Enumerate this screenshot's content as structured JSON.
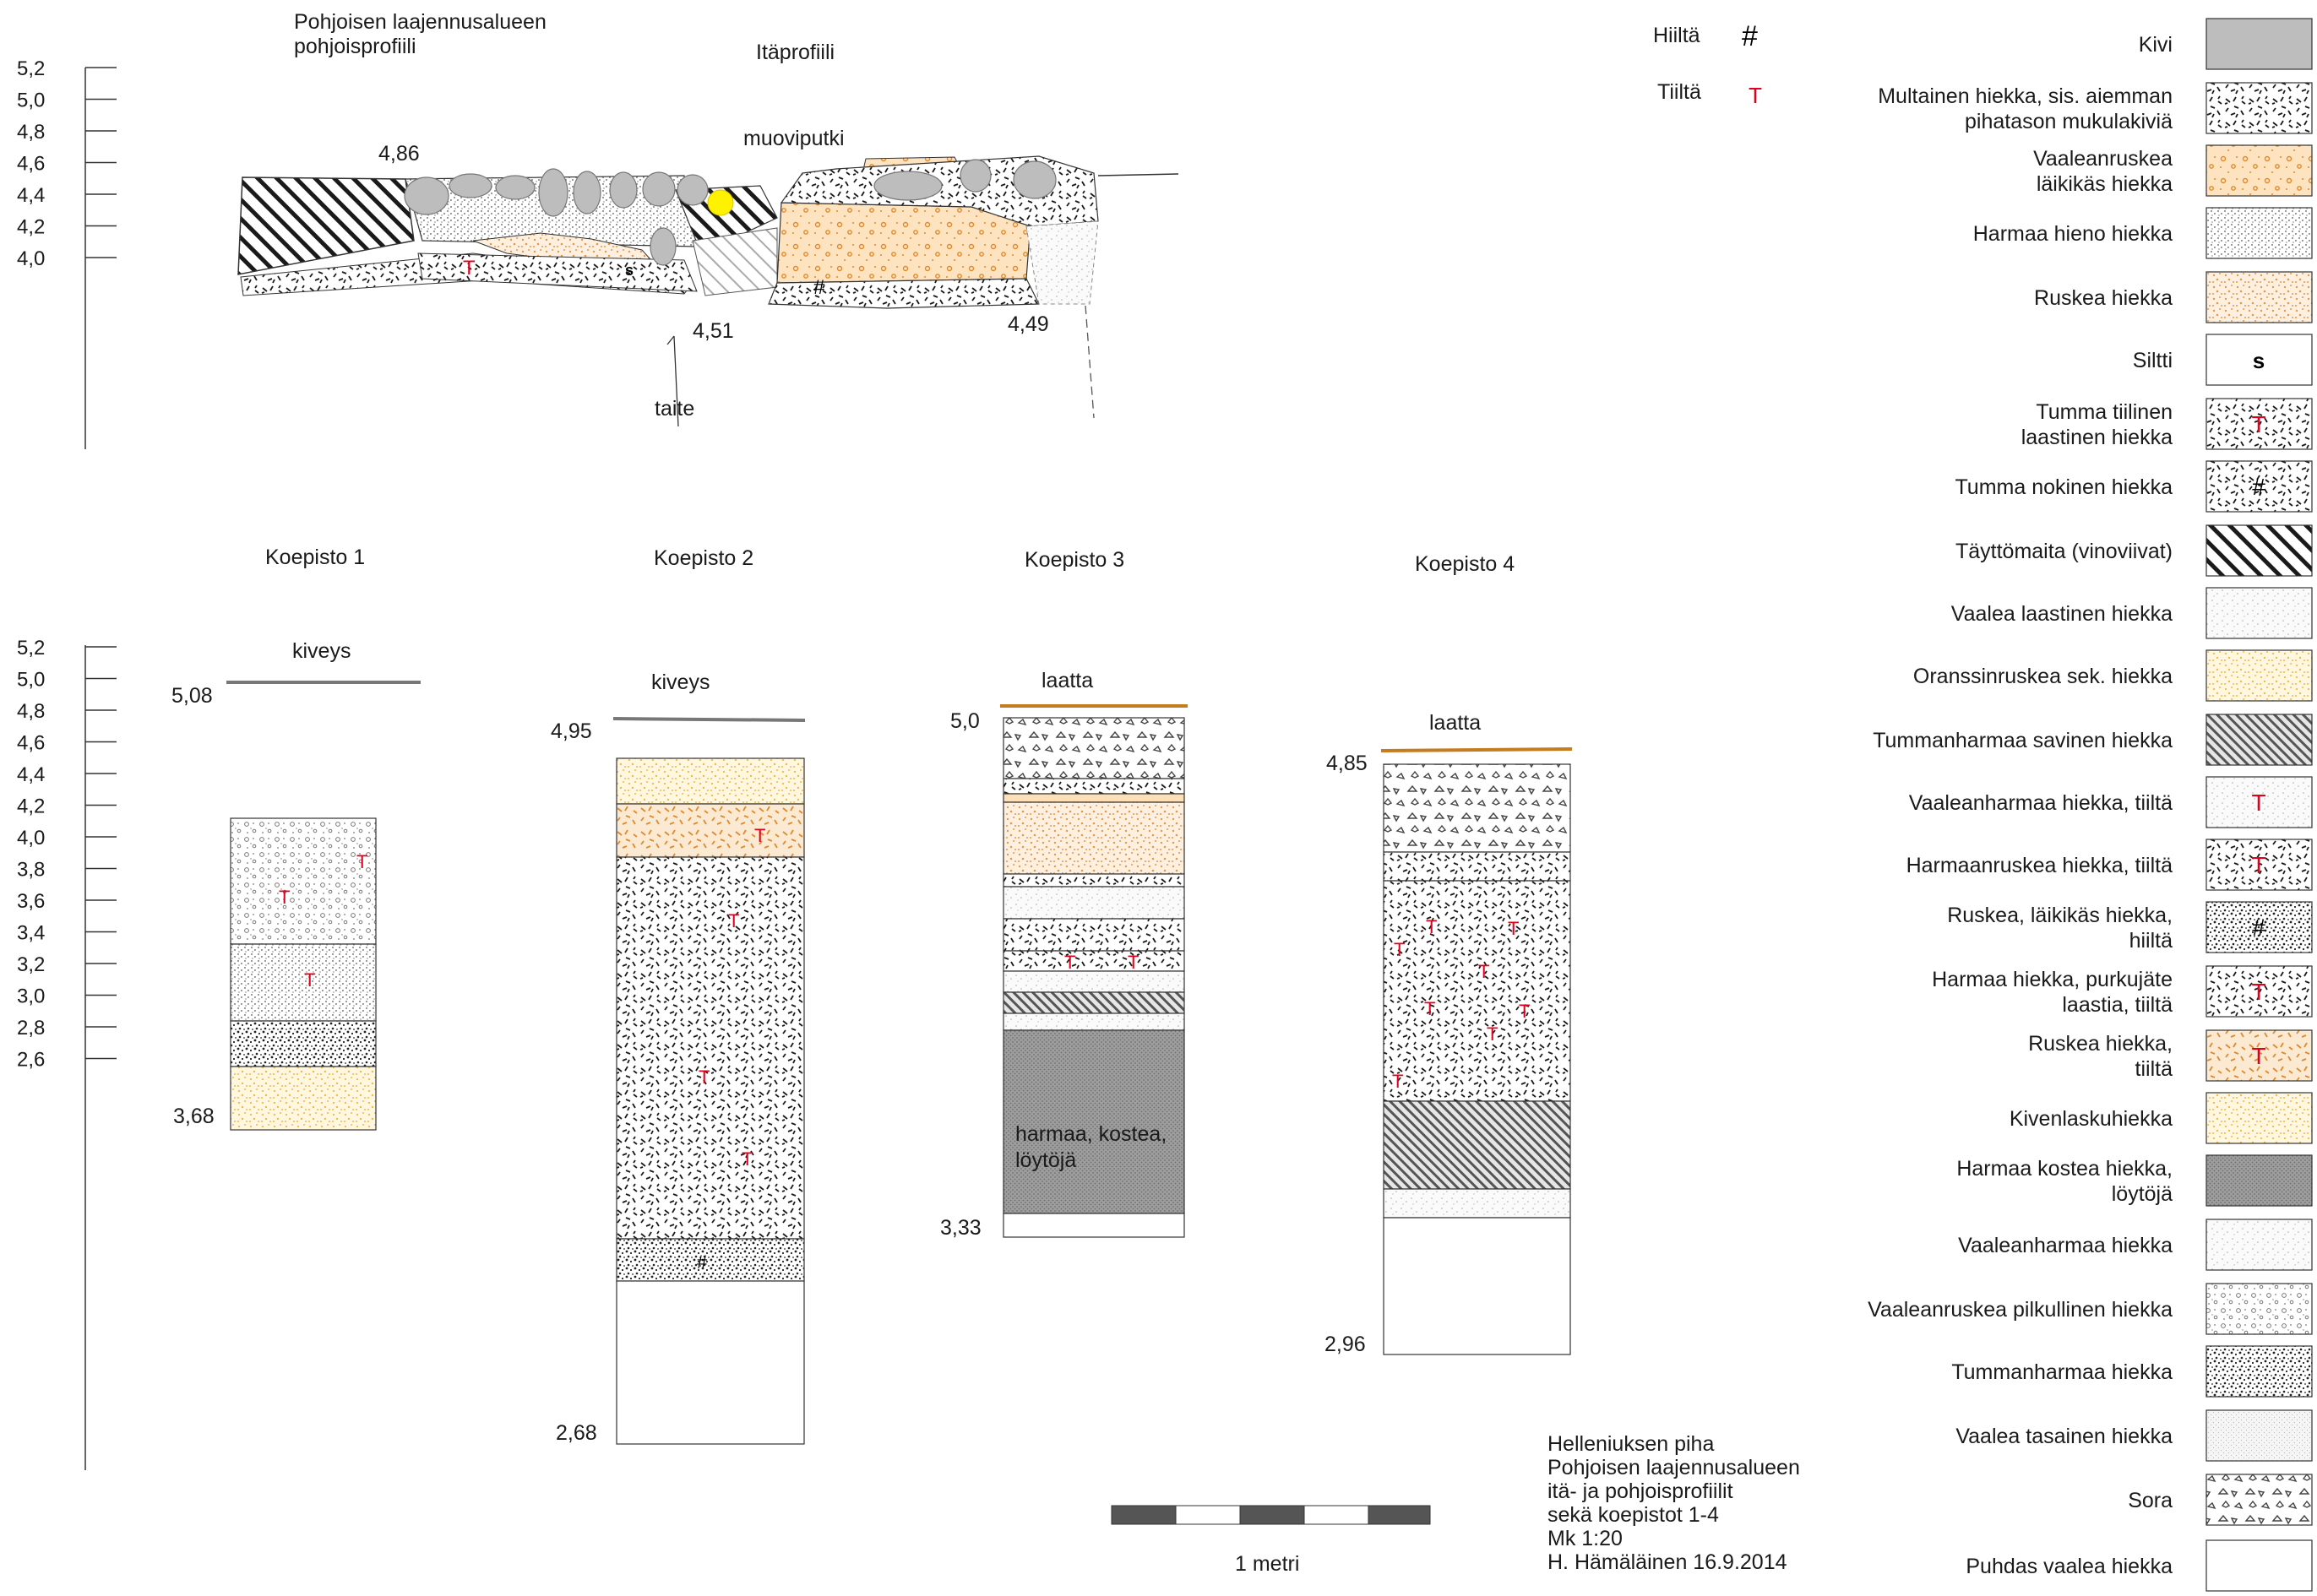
{
  "titles": {
    "north_profile": [
      "Pohjoisen laajennusalueen",
      "pohjoisprofiili"
    ],
    "east_profile": "Itäprofiili"
  },
  "profile_labels": {
    "muoviputki": "muoviputki",
    "taite": "taite",
    "elev_left": "4,86",
    "elev_mid": "4,51",
    "elev_right": "4,49",
    "siltti_mark": "s",
    "tiilta_mark": "T",
    "hiilta_mark": "#"
  },
  "scale_top": {
    "ticks": [
      "5,2",
      "5,0",
      "4,8",
      "4,6",
      "4,4",
      "4,2",
      "4,0"
    ]
  },
  "scale_bottom": {
    "ticks": [
      "5,2",
      "5,0",
      "4,8",
      "4,6",
      "4,4",
      "4,2",
      "4,0",
      "3,8",
      "3,6",
      "3,4",
      "3,2",
      "3,0",
      "2,8",
      "2,6"
    ]
  },
  "pits": [
    {
      "title": "Koepisto 1",
      "surface": "kiveys",
      "top": "5,08",
      "bottom": "3,68"
    },
    {
      "title": "Koepisto 2",
      "surface": "kiveys",
      "top": "4,95",
      "bottom": "2,68"
    },
    {
      "title": "Koepisto 3",
      "surface": "laatta",
      "top": "5,0",
      "bottom": "3,33",
      "note": [
        "harmaa, kostea,",
        "löytöjä"
      ]
    },
    {
      "title": "Koepisto 4",
      "surface": "laatta",
      "top": "4,85",
      "bottom": "2,96"
    }
  ],
  "symbols": [
    {
      "label": "Hiiltä",
      "symbol": "#"
    },
    {
      "label": "Tiiltä",
      "symbol": "T"
    }
  ],
  "legend": [
    {
      "label": [
        "Kivi"
      ]
    },
    {
      "label": [
        "Multainen hiekka, sis. aiemman",
        "pihatason mukulakiviä"
      ]
    },
    {
      "label": [
        "Vaaleanruskea",
        "läikikäs hiekka"
      ]
    },
    {
      "label": [
        "Harmaa hieno hiekka"
      ]
    },
    {
      "label": [
        "Ruskea hiekka"
      ]
    },
    {
      "label": [
        "Siltti"
      ],
      "mark": "s"
    },
    {
      "label": [
        "Tumma tiilinen",
        "laastinen hiekka"
      ],
      "mark": "T"
    },
    {
      "label": [
        "Tumma nokinen hiekka"
      ],
      "mark": "#"
    },
    {
      "label": [
        "Täyttömaita (vinoviivat)"
      ]
    },
    {
      "label": [
        "Vaalea laastinen hiekka"
      ]
    },
    {
      "label": [
        "Oranssinruskea sek. hiekka"
      ]
    },
    {
      "label": [
        "Tummanharmaa savinen hiekka"
      ]
    },
    {
      "label": [
        "Vaaleanharmaa hiekka, tiiltä"
      ],
      "mark": "T"
    },
    {
      "label": [
        "Harmaanruskea hiekka, tiiltä"
      ],
      "mark": "T"
    },
    {
      "label": [
        "Ruskea, läikikäs hiekka,",
        "hiiltä"
      ],
      "mark": "#"
    },
    {
      "label": [
        "Harmaa hiekka, purkujäte",
        "laastia, tiiltä"
      ],
      "mark": "T"
    },
    {
      "label": [
        "Ruskea hiekka,",
        "tiiltä"
      ],
      "mark": "T"
    },
    {
      "label": [
        "Kivenlaskuhiekka"
      ]
    },
    {
      "label": [
        "Harmaa kostea hiekka,",
        "löytöjä"
      ]
    },
    {
      "label": [
        "Vaaleanharmaa hiekka"
      ]
    },
    {
      "label": [
        "Vaaleanruskea pilkullinen hiekka"
      ]
    },
    {
      "label": [
        "Tummanharmaa hiekka"
      ]
    },
    {
      "label": [
        "Vaalea tasainen hiekka"
      ]
    },
    {
      "label": [
        "Sora"
      ]
    },
    {
      "label": [
        "Puhdas vaalea hiekka"
      ]
    }
  ],
  "scalebar": {
    "label": "1 metri"
  },
  "credits": [
    "Helleniuksen piha",
    "Pohjoisen laajennusalueen",
    "itä- ja pohjoisprofiilit",
    "sekä koepistot 1-4",
    "Mk 1:20",
    "H. Hämäläinen 16.9.2014"
  ]
}
